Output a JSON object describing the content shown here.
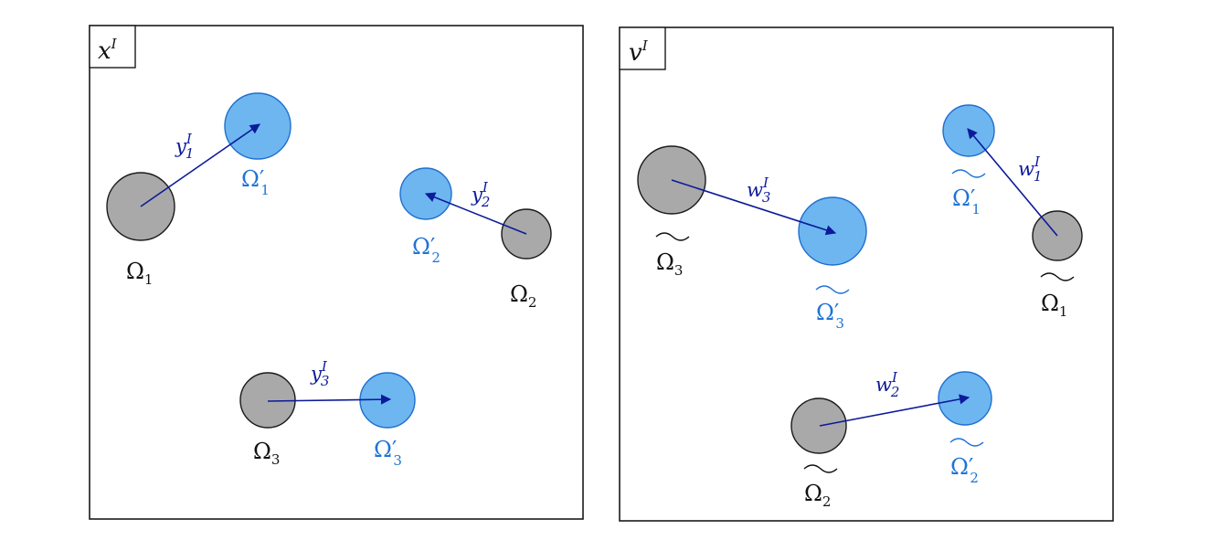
{
  "colors": {
    "source_fill": "#a9a9a9",
    "target_fill": "#6db6f0",
    "target_text": "#1f73d6",
    "arrow": "#0d1a99",
    "frame": "#1a1a1a"
  },
  "panels": [
    {
      "tag": {
        "base": "x",
        "sup": "I"
      },
      "pairs": [
        {
          "src_label": {
            "base": "Ω",
            "sub": "1"
          },
          "dst_label": {
            "base": "Ω′",
            "sub": "1"
          },
          "arrow_label": {
            "base": "y",
            "sub": "1",
            "sup": "I"
          }
        },
        {
          "src_label": {
            "base": "Ω",
            "sub": "2"
          },
          "dst_label": {
            "base": "Ω′",
            "sub": "2"
          },
          "arrow_label": {
            "base": "y",
            "sub": "2",
            "sup": "I"
          }
        },
        {
          "src_label": {
            "base": "Ω",
            "sub": "3"
          },
          "dst_label": {
            "base": "Ω′",
            "sub": "3"
          },
          "arrow_label": {
            "base": "y",
            "sub": "3",
            "sup": "I"
          }
        }
      ]
    },
    {
      "tag": {
        "base": "v",
        "sup": "I"
      },
      "pairs": [
        {
          "src_label": {
            "base": "Ω",
            "sub": "1"
          },
          "dst_label": {
            "base": "Ω′",
            "sub": "1"
          },
          "arrow_label": {
            "base": "w",
            "sub": "1",
            "sup": "I"
          }
        },
        {
          "src_label": {
            "base": "Ω",
            "sub": "2"
          },
          "dst_label": {
            "base": "Ω′",
            "sub": "2"
          },
          "arrow_label": {
            "base": "w",
            "sub": "2",
            "sup": "I"
          }
        },
        {
          "src_label": {
            "base": "Ω",
            "sub": "3"
          },
          "dst_label": {
            "base": "Ω′",
            "sub": "3"
          },
          "arrow_label": {
            "base": "w",
            "sub": "3",
            "sup": "I"
          }
        }
      ]
    }
  ]
}
